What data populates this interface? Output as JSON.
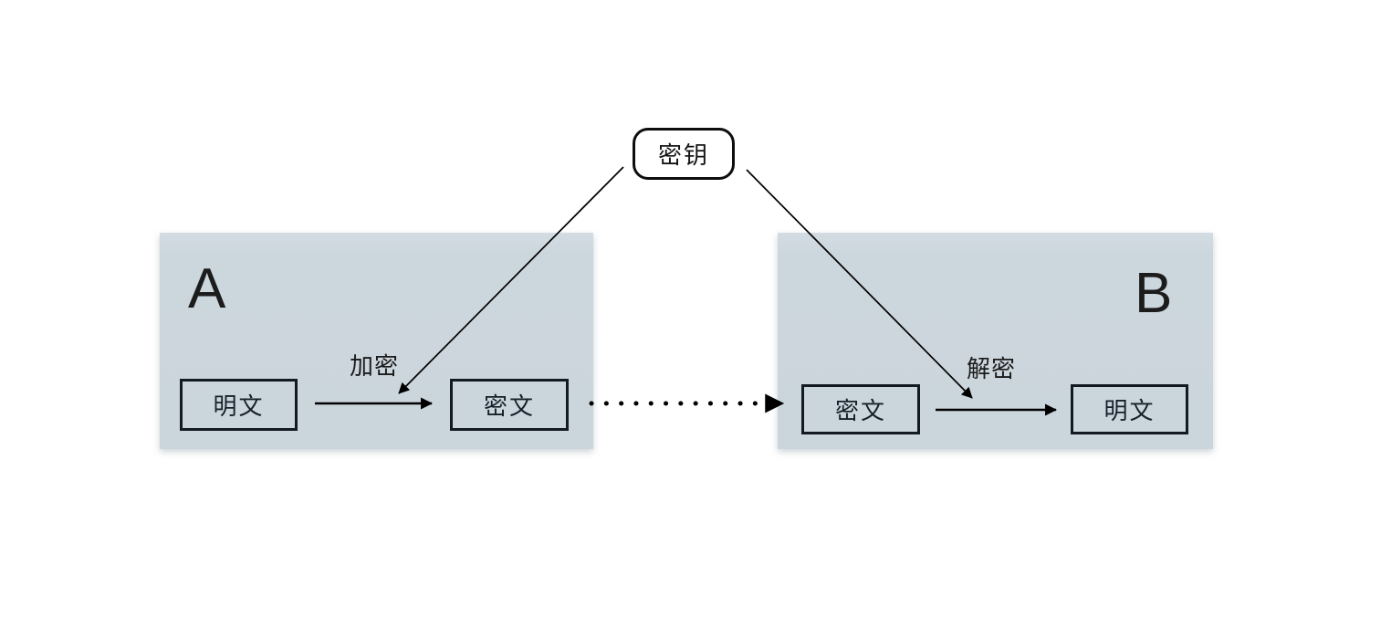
{
  "diagram": {
    "key_node": {
      "label": "密钥"
    },
    "sender_panel": {
      "label": "A",
      "plaintext_box": "明文",
      "ciphertext_box": "密文",
      "process_label": "加密"
    },
    "receiver_panel": {
      "label": "B",
      "ciphertext_box": "密文",
      "plaintext_box": "明文",
      "process_label": "解密"
    },
    "colors": {
      "panel_background": "#ccd6dd",
      "box_border": "#141a21",
      "line_stroke": "#000000",
      "text": "#1b1b1b",
      "page_background": "#ffffff"
    }
  }
}
